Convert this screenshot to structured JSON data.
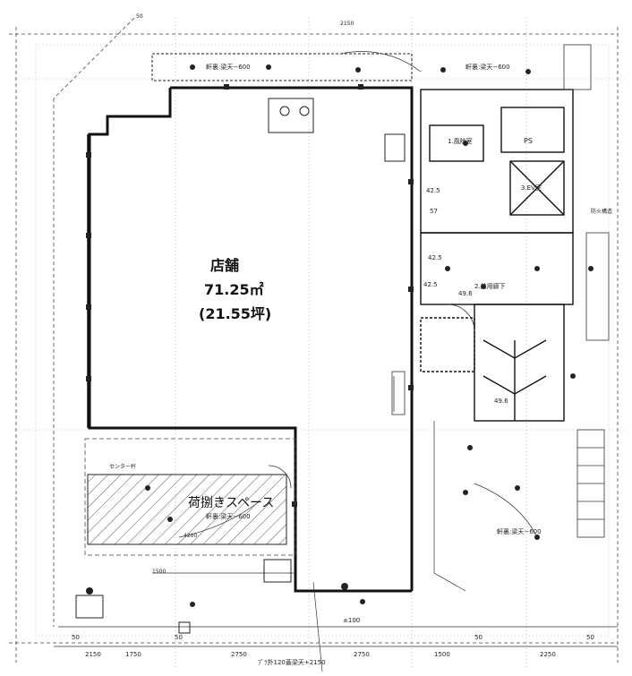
{
  "store": {
    "name": "店舗",
    "area": "71.25㎡",
    "tsubo": "(21.55坪)"
  },
  "loading_space": {
    "label": "荷捌きスペース",
    "ceiling": "軒裏:梁天−600"
  },
  "ceiling_notes": {
    "top_left": "軒裏:梁天−600",
    "top_right": "軒裏:梁天−600",
    "bottom_right": "軒裏:梁天−600"
  },
  "rooms": {
    "ev": "3.EV室",
    "ps": "PS",
    "shaft": "1.風除室",
    "corridor": "2.共用廊下"
  },
  "dims_top": [
    "50",
    "2150"
  ],
  "dims_bottom": [
    "50",
    "2150",
    "1750",
    "50",
    "2750",
    "2750",
    "1500",
    "50",
    "2250",
    "50"
  ],
  "bottom_note": "ﾌﾟﾗ外120蓋梁天+2150",
  "levels": [
    "42.5",
    "42.5",
    "42.5",
    "49.6",
    "49.6",
    "57"
  ],
  "misc": {
    "fire_door": "防火構造",
    "gl": "±100",
    "dim_4200": "4200",
    "dim_1500": "1500",
    "center": "センター杆"
  }
}
